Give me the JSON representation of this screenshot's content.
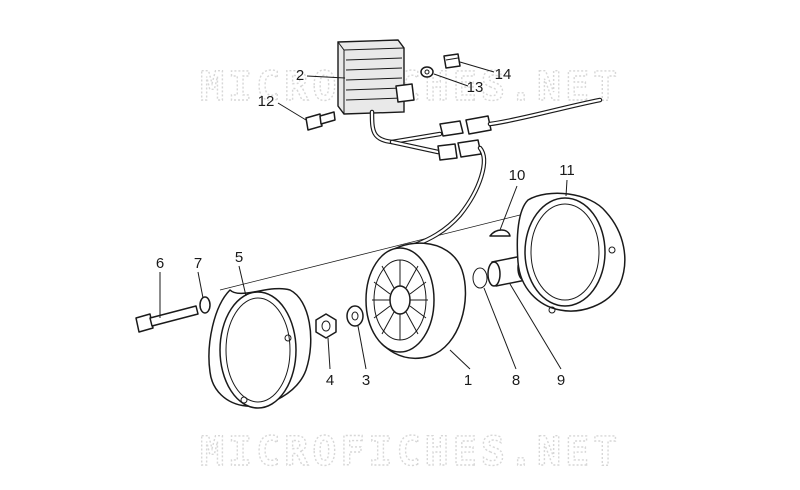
{
  "watermark": {
    "top_text": "MICROFICHES.NET",
    "bottom_text": "MICROFICHES.NET"
  },
  "callouts": [
    {
      "id": "1",
      "label": "1"
    },
    {
      "id": "2",
      "label": "2"
    },
    {
      "id": "3",
      "label": "3"
    },
    {
      "id": "4",
      "label": "4"
    },
    {
      "id": "5",
      "label": "5"
    },
    {
      "id": "6",
      "label": "6"
    },
    {
      "id": "7",
      "label": "7"
    },
    {
      "id": "8",
      "label": "8"
    },
    {
      "id": "9",
      "label": "9"
    },
    {
      "id": "10",
      "label": "10"
    },
    {
      "id": "11",
      "label": "11"
    },
    {
      "id": "12",
      "label": "12"
    },
    {
      "id": "13",
      "label": "13"
    },
    {
      "id": "14",
      "label": "14"
    }
  ]
}
